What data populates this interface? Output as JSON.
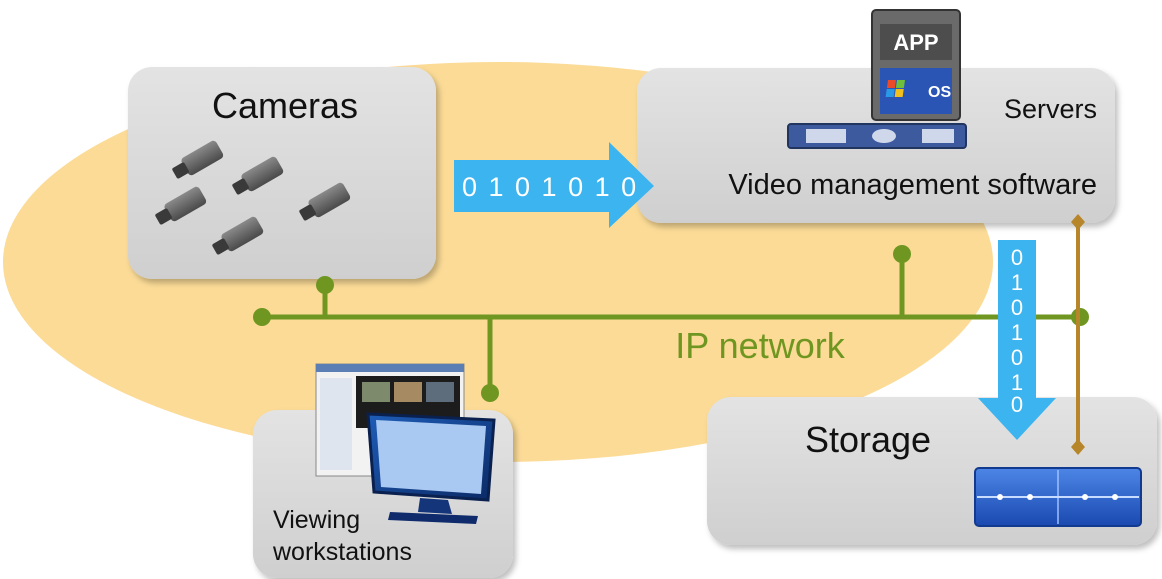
{
  "nodes": {
    "cameras": {
      "label": "Cameras"
    },
    "servers": {
      "label": "Servers",
      "sublabel": "Video management software"
    },
    "storage": {
      "label": "Storage"
    },
    "workstations": {
      "label_line1": "Viewing",
      "label_line2": "workstations"
    }
  },
  "network": {
    "label": "IP network"
  },
  "flows": {
    "cameras_to_servers": "0 1 0 1 0 1 0",
    "servers_to_storage": [
      "0",
      "1",
      "0",
      "1",
      "0",
      "1",
      "0"
    ]
  },
  "server_stack": {
    "app_label": "APP",
    "os_label": "OS"
  },
  "colors": {
    "network_line": "#6f9621",
    "storage_line": "#b8862a",
    "flow_arrow": "#3cb4ef",
    "cloud": "#fbdb96",
    "node_box": "#d7d7d7"
  },
  "icons": [
    "camera-icon",
    "server-chassis-icon",
    "app-os-stack-icon",
    "monitor-icon",
    "storage-array-icon",
    "windows-logo-icon"
  ]
}
